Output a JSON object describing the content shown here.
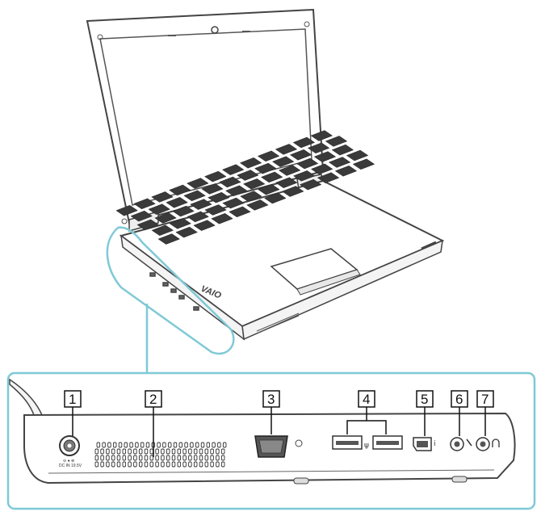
{
  "figure": {
    "callouts": [
      {
        "number": "1",
        "part": "dc-in-port"
      },
      {
        "number": "2",
        "part": "air-vent"
      },
      {
        "number": "3",
        "part": "monitor-port"
      },
      {
        "number": "4",
        "part": "usb-ports"
      },
      {
        "number": "5",
        "part": "i-link-port"
      },
      {
        "number": "6",
        "part": "microphone-jack"
      },
      {
        "number": "7",
        "part": "headphones-jack"
      }
    ],
    "logo_text": "VAIO",
    "dc_in_marking": "DC IN 19.5V",
    "colors": {
      "line": "#555555",
      "light_fill": "#f2f2f2",
      "key_fill": "#3a3a3a",
      "callout_outline": "#7fc9d6",
      "callout_box": "#7fc9d6"
    }
  }
}
